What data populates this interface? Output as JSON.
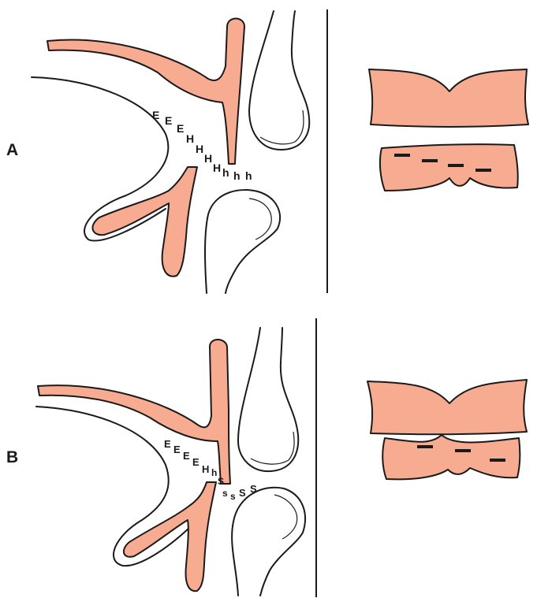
{
  "colors": {
    "tissue": "#f7ab91",
    "ink": "#1a1a1a",
    "background": "#ffffff"
  },
  "panels": [
    {
      "label": "A",
      "zone_letters": [
        "E",
        "E",
        "E",
        "H",
        "H",
        "H",
        "H",
        "h",
        "h",
        "h"
      ],
      "dash_count": 4
    },
    {
      "label": "B",
      "zone_letters": [
        "E",
        "E",
        "E",
        "E",
        "H",
        "h",
        "S",
        "s",
        "s",
        "S",
        "S"
      ],
      "dash_count": 3
    }
  ]
}
